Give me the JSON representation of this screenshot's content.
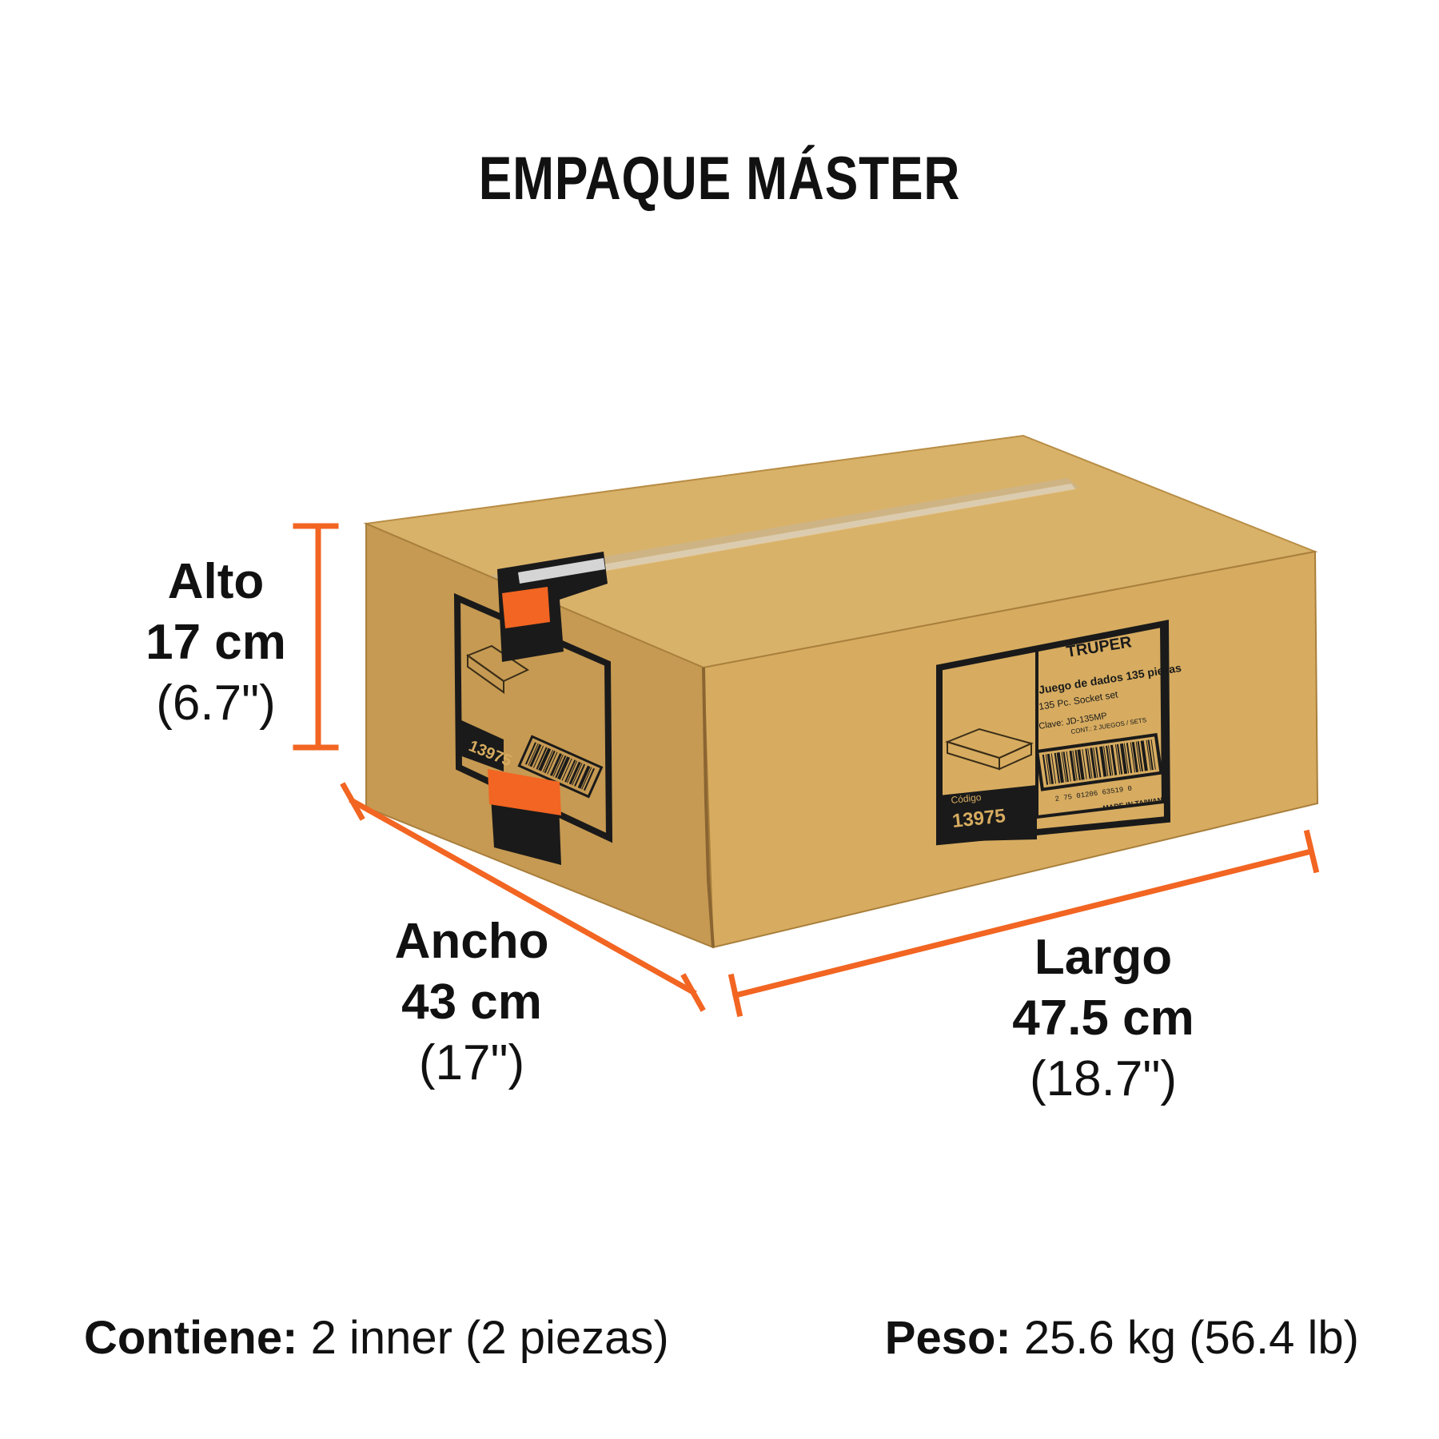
{
  "title": "EMPAQUE MÁSTER",
  "dimensions": {
    "alto": {
      "name": "Alto",
      "metric": "17 cm",
      "imperial": "(6.7\")"
    },
    "ancho": {
      "name": "Ancho",
      "metric": "43 cm",
      "imperial": "(17\")"
    },
    "largo": {
      "name": "Largo",
      "metric": "47.5 cm",
      "imperial": "(18.7\")"
    }
  },
  "box_label": {
    "brand": "TRUPER",
    "product_es": "Juego de dados 135 piezas",
    "product_en": "135 Pc. Socket set",
    "clave": "Clave: JD-135MP",
    "contenido": "CONT.: 2 JUEGOS / SETS",
    "codigo_label": "Código",
    "codigo": "13975",
    "barcode_number": "2 75 01206 63519 0",
    "origin": "MADE IN TAIWAN"
  },
  "footer": {
    "contiene_label": "Contiene:",
    "contiene_value": "2 inner (2 piezas)",
    "peso_label": "Peso:",
    "peso_value": "25.6 kg (56.4 lb)"
  },
  "colors": {
    "accent_orange": "#f26522",
    "cardboard_front": "#d7ac60",
    "cardboard_top": "#d9b26a",
    "cardboard_side": "#c69a52",
    "print_black": "#1a1a1a"
  }
}
